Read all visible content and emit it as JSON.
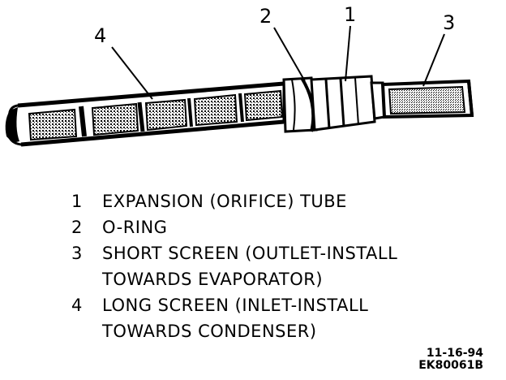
{
  "callouts": {
    "c1": "1",
    "c2": "2",
    "c3": "3",
    "c4": "4"
  },
  "legend": [
    {
      "num": "1",
      "lines": [
        "EXPANSION (ORIFICE) TUBE"
      ]
    },
    {
      "num": "2",
      "lines": [
        "O-RING"
      ]
    },
    {
      "num": "3",
      "lines": [
        "SHORT SCREEN (OUTLET-INSTALL",
        "TOWARDS EVAPORATOR)"
      ]
    },
    {
      "num": "4",
      "lines": [
        "LONG SCREEN (INLET-INSTALL",
        "TOWARDS CONDENSER)"
      ]
    }
  ],
  "figure_id": {
    "date": "11-16-94",
    "code": "EK80061B"
  }
}
